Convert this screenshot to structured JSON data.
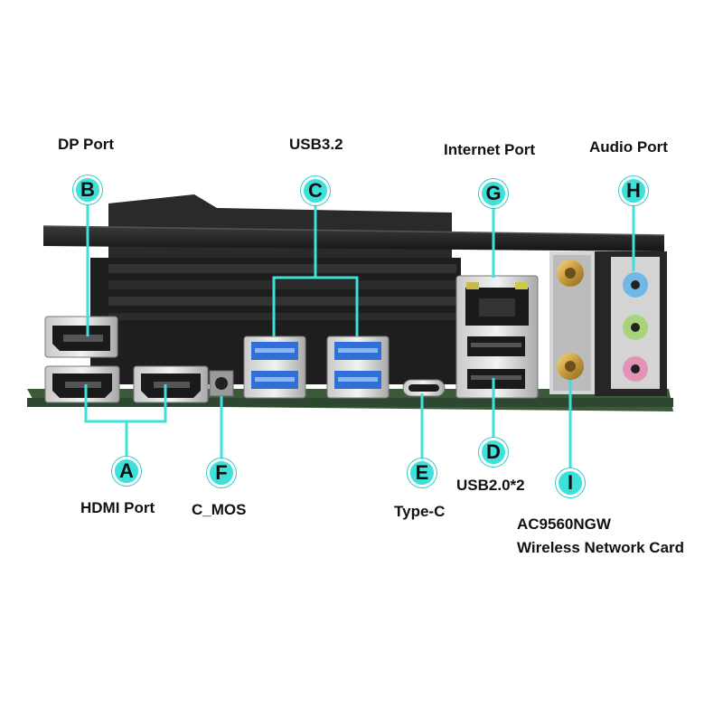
{
  "labels": {
    "dp": "DP Port",
    "usb32": "USB3.2",
    "internet": "Internet Port",
    "audio": "Audio Port",
    "hdmi": "HDMI Port",
    "cmos": "C_MOS",
    "typec": "Type-C",
    "usb20": "USB2.0*2",
    "wifi_line1": "AC9560NGW",
    "wifi_line2": "Wireless Network Card"
  },
  "markers": {
    "a": "A",
    "b": "B",
    "c": "C",
    "d": "D",
    "e": "E",
    "f": "F",
    "g": "G",
    "h": "H",
    "i": "I"
  },
  "colors": {
    "callout": "#3ee0da",
    "usb3_blue": "#2f6fd6",
    "audio_blue": "#6fb8e8",
    "audio_green": "#a7d47a",
    "audio_pink": "#e592b8",
    "pcb_green": "#3c5a3a"
  }
}
